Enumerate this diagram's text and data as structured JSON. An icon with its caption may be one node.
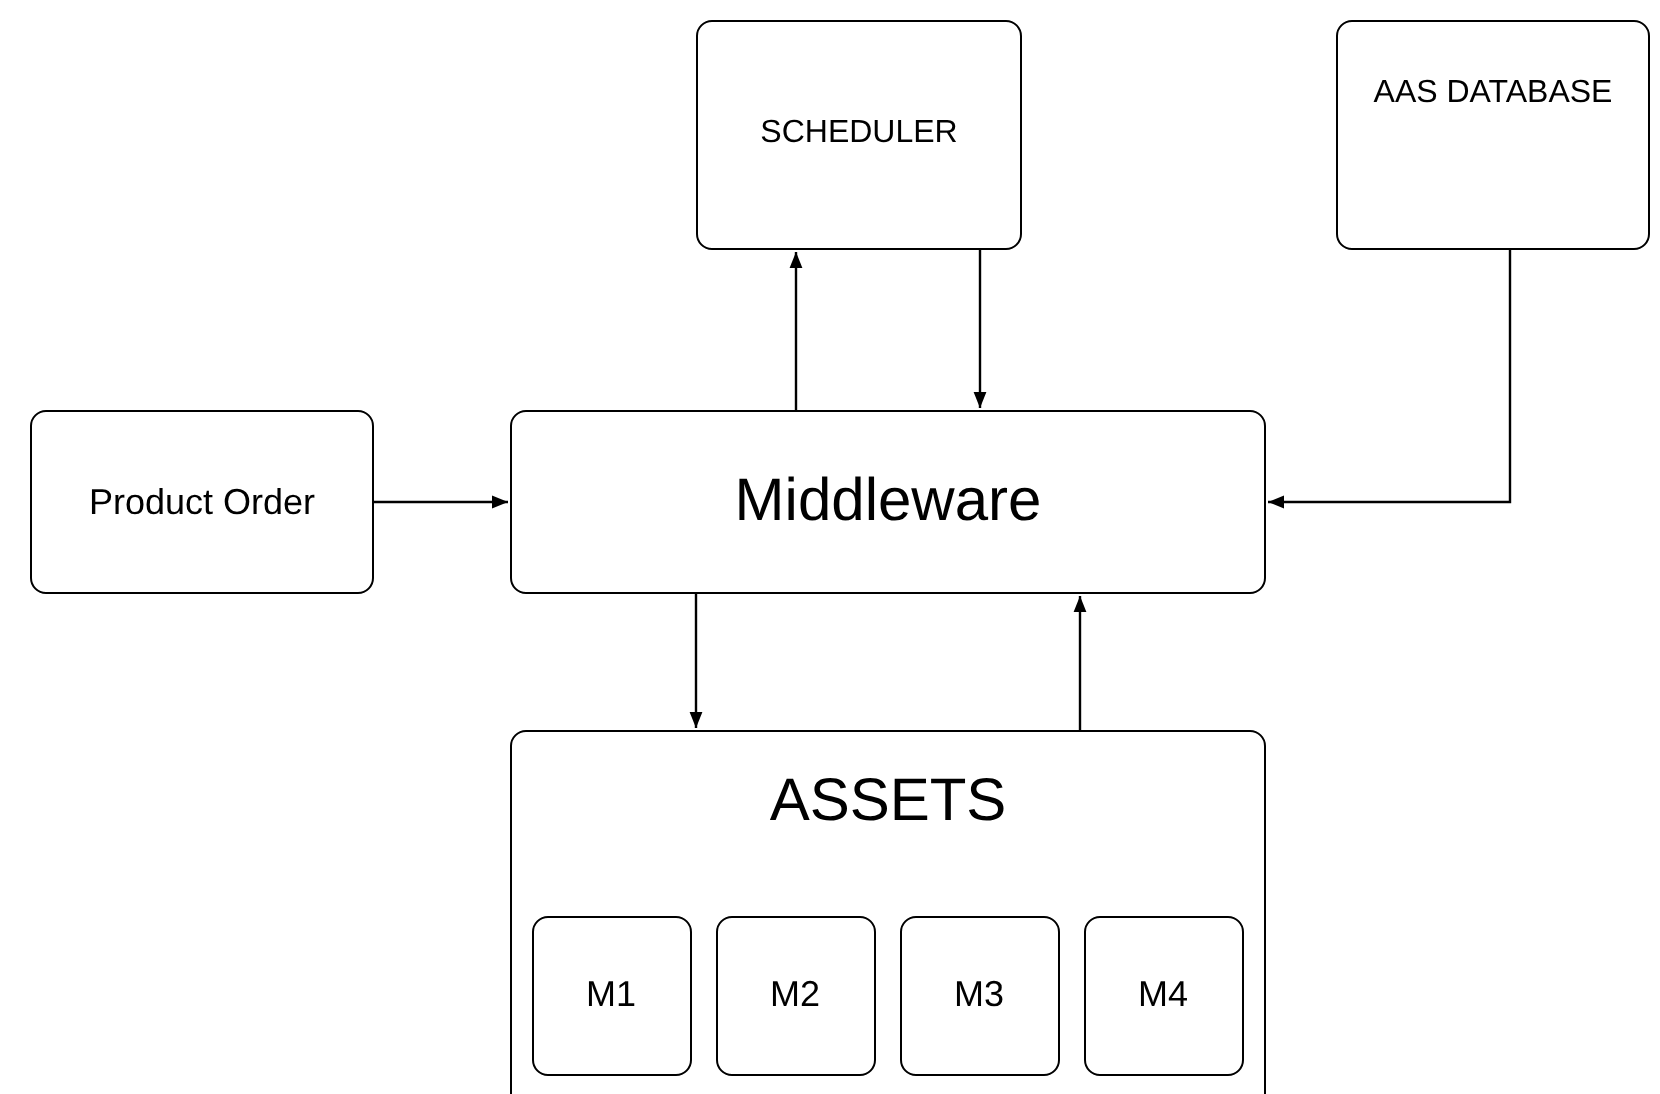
{
  "diagram": {
    "nodes": [
      {
        "text": [
          "SCHEDULER"
        ]
      },
      {
        "text": [
          "AAS DATABASE"
        ]
      },
      {
        "text": [
          "Product Order"
        ]
      },
      {
        "text": [
          "Middleware"
        ]
      },
      {
        "text": [
          "ASSETS"
        ]
      },
      {
        "text": [
          "M1"
        ],
        "in": 4
      },
      {
        "text": [
          "M2"
        ],
        "in": 4
      },
      {
        "text": [
          "M3"
        ],
        "in": 4
      },
      {
        "text": [
          "M4"
        ],
        "in": 4
      }
    ],
    "edges": [
      {
        "from": 3,
        "to": 0,
        "arrow": "to"
      },
      {
        "from": 0,
        "to": 3,
        "arrow": "to"
      },
      {
        "from": 2,
        "to": 3,
        "arrow": "to"
      },
      {
        "from": 1,
        "to": 3,
        "arrow": "to"
      },
      {
        "from": 3,
        "to": 4,
        "arrow": "to"
      },
      {
        "from": 4,
        "to": 3,
        "arrow": "to"
      }
    ]
  }
}
